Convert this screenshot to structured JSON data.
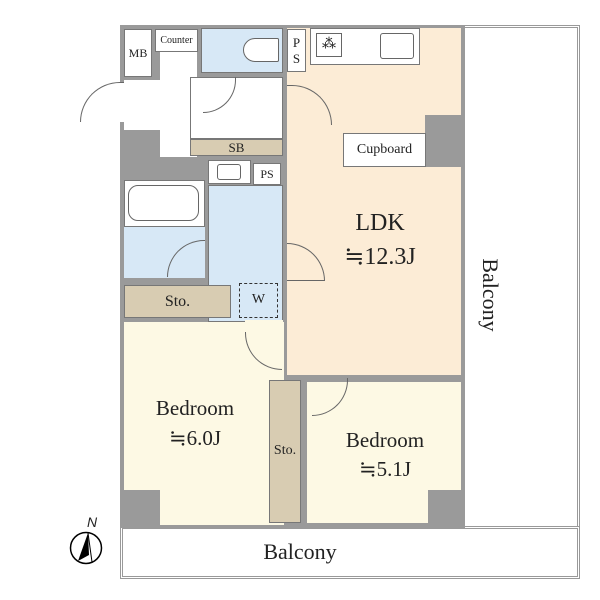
{
  "labels": {
    "mb": "MB",
    "counter": "Counter",
    "ps_top": "P S",
    "sb": "SB",
    "ps_wash": "PS",
    "cupboard": "Cupboard",
    "ldk": "LDK",
    "ldk_size": "≒12.3J",
    "storage_left": "Sto.",
    "washer": "W",
    "bedroom1": "Bedroom",
    "bedroom1_size": "≒6.0J",
    "storage_mid": "Sto.",
    "bedroom2": "Bedroom",
    "bedroom2_size": "≒5.1J",
    "balcony_bottom": "Balcony",
    "balcony_right": "Balcony",
    "north": "N"
  },
  "colors": {
    "wall": "#9a9a9a",
    "ldk": "#fcecd6",
    "wet": "#d7e8f6",
    "storage": "#d8ccb2",
    "bedroom": "#fdf9e4"
  }
}
